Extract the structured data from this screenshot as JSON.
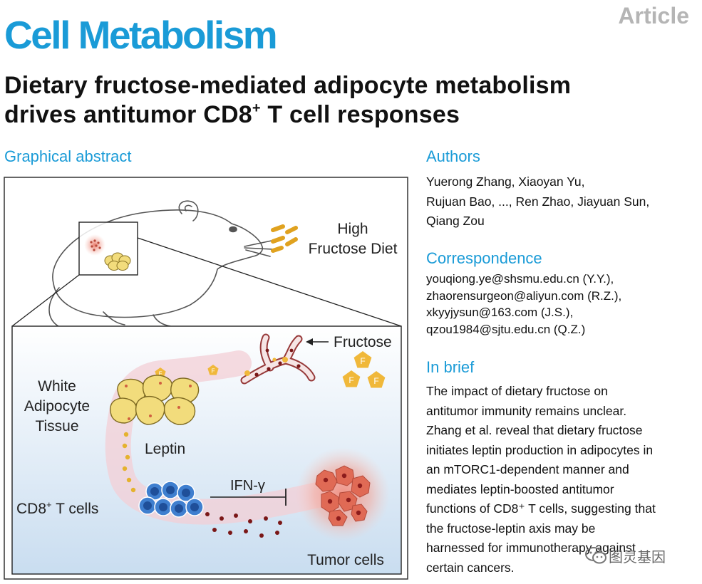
{
  "header": {
    "journal": "Cell Metabolism",
    "article_type": "Article",
    "title_line1": "Dietary fructose-mediated adipocyte metabolism",
    "title_line2_pre": "drives antitumor CD8",
    "title_sup": "+",
    "title_line2_post": " T cell responses"
  },
  "graphical_abstract": {
    "heading": "Graphical abstract",
    "diet_line1": "High",
    "diet_line2": "Fructose Diet",
    "fructose_label": "Fructose",
    "fructose_letter": "F",
    "wat_line1": "White",
    "wat_line2": "Adipocyte",
    "wat_line3": "Tissue",
    "leptin_label": "Leptin",
    "cd8_label": "CD8",
    "cd8_sup": "+",
    "cd8_post": " T cells",
    "ifn_label": "IFN-γ",
    "tumor_label": "Tumor cells"
  },
  "authors": {
    "heading": "Authors",
    "lines": [
      "Yuerong Zhang, Xiaoyan Yu,",
      "Rujuan Bao, ..., Ren Zhao, Jiayuan Sun,",
      "Qiang Zou"
    ]
  },
  "correspondence": {
    "heading": "Correspondence",
    "lines": [
      "youqiong.ye@shsmu.edu.cn (Y.Y.),",
      "zhaorensurgeon@aliyun.com (R.Z.),",
      "xkyyjysun@163.com (J.S.),",
      "qzou1984@sjtu.edu.cn (Q.Z.)"
    ]
  },
  "in_brief": {
    "heading": "In brief",
    "lines": [
      "The impact of dietary fructose on",
      "antitumor immunity remains unclear.",
      "Zhang et al. reveal that dietary fructose",
      "initiates leptin production in adipocytes in",
      "an mTORC1-dependent manner and",
      "mediates leptin-boosted antitumor",
      "functions of CD8⁺ T cells, suggesting that",
      "the fructose-leptin axis may be",
      "harnessed for immunotherapy against",
      "certain cancers."
    ]
  },
  "watermark": {
    "text": "图灵基因"
  },
  "colors": {
    "brand": "#1a9bd7",
    "fructose": "#f0b83a",
    "adipocyte": "#f2dc7c",
    "tcell": "#3f7fcf",
    "tumor": "#e06a55",
    "vessel": "#8c2323"
  },
  "icons": [
    "mouse-illustration",
    "fructose-pellet-icon",
    "adipocyte-icon",
    "t-cell-icon",
    "tumor-cell-icon",
    "blood-vessel-icon",
    "wechat-logo-icon"
  ]
}
